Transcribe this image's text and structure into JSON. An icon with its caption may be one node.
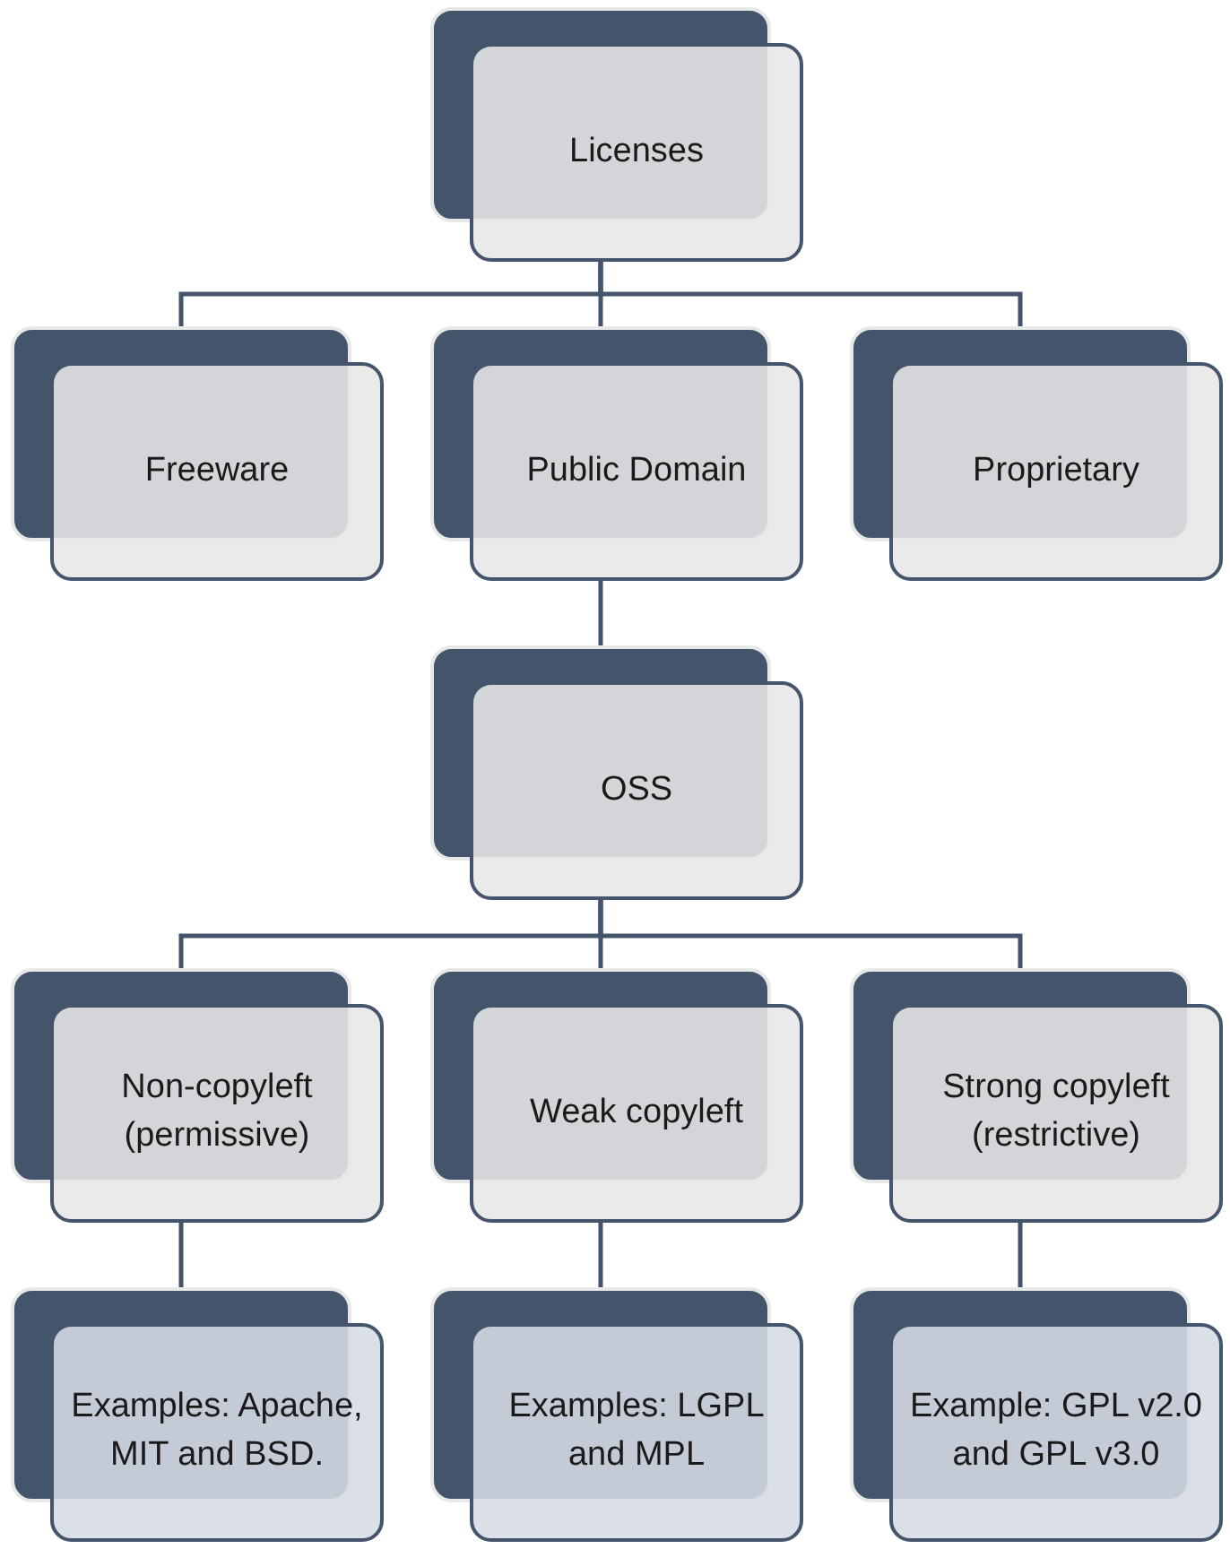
{
  "diagram": {
    "nodes": [
      {
        "text": [
          "Licenses"
        ]
      },
      {
        "text": [
          "Freeware"
        ]
      },
      {
        "text": [
          "Public Domain"
        ]
      },
      {
        "text": [
          "Proprietary"
        ]
      },
      {
        "text": [
          "OSS"
        ]
      },
      {
        "text": [
          "Non-copyleft (permissive)"
        ]
      },
      {
        "text": [
          "Weak copyleft"
        ]
      },
      {
        "text": [
          "Strong copyleft (restrictive)"
        ]
      },
      {
        "text": [
          "Examples: Apache, MIT and BSD."
        ]
      },
      {
        "text": [
          "Examples: LGPL and MPL"
        ]
      },
      {
        "text": [
          "Example: GPL v2.0 and GPL v3.0"
        ]
      }
    ],
    "edges": [
      {
        "from": 0,
        "to": 1,
        "arrow": "none"
      },
      {
        "from": 0,
        "to": 2,
        "arrow": "none"
      },
      {
        "from": 0,
        "to": 3,
        "arrow": "none"
      },
      {
        "from": 2,
        "to": 4,
        "arrow": "none"
      },
      {
        "from": 4,
        "to": 5,
        "arrow": "none"
      },
      {
        "from": 4,
        "to": 6,
        "arrow": "none"
      },
      {
        "from": 4,
        "to": 7,
        "arrow": "none"
      },
      {
        "from": 5,
        "to": 8,
        "arrow": "none"
      },
      {
        "from": 6,
        "to": 9,
        "arrow": "none"
      },
      {
        "from": 7,
        "to": 10,
        "arrow": "none"
      }
    ]
  }
}
